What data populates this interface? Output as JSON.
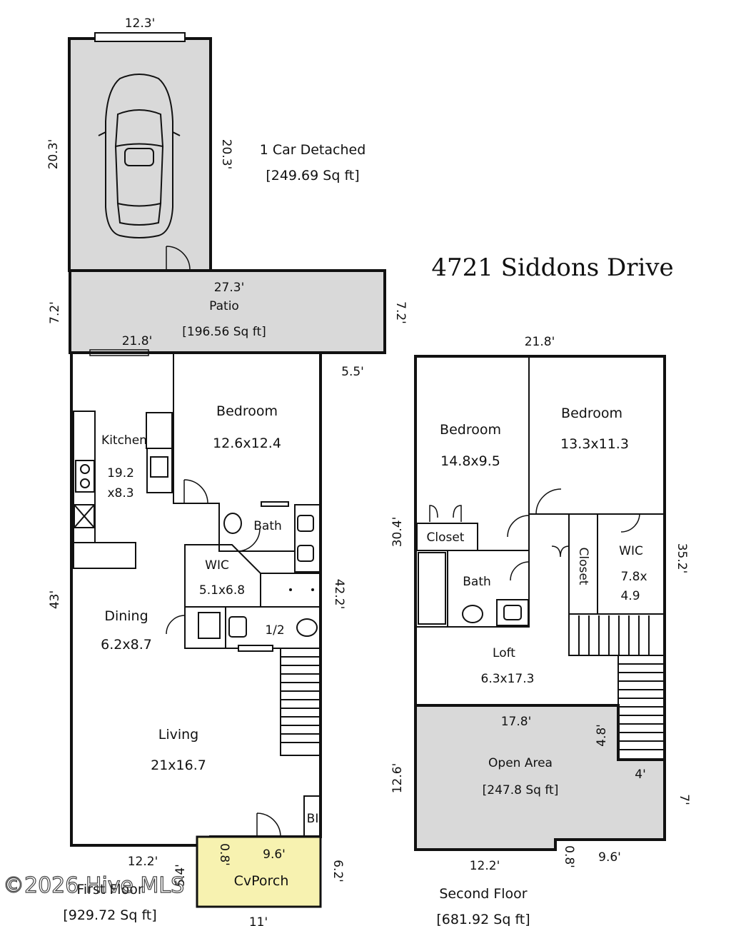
{
  "title": "4721 Siddons Drive",
  "watermark": "©2026 Hive MLS",
  "colors": {
    "grey_area": "#d9d9d9",
    "porch": "#f7f2b0",
    "wall": "#111111"
  },
  "garage": {
    "name": "1 Car Detached",
    "area": "[249.69 Sq ft]",
    "dim_top": "12.3'",
    "dim_left": "20.3'",
    "dim_right": "20.3'"
  },
  "patio": {
    "name": "Patio",
    "area": "[196.56 Sq ft]",
    "dim_top": "27.3'",
    "dim_left": "7.2'",
    "dim_right": "7.2'",
    "dim_bottom": "21.8'"
  },
  "first_floor": {
    "name": "First Floor",
    "area": "[929.72 Sq ft]",
    "rooms": {
      "bedroom": {
        "name": "Bedroom",
        "size": "12.6x12.4"
      },
      "kitchen": {
        "name": "Kitchen",
        "size1": "19.2",
        "size2": "x8.3"
      },
      "bath": {
        "name": "Bath"
      },
      "wic": {
        "name": "WIC",
        "size": "5.1x6.8"
      },
      "half_bath": {
        "name": "1/2"
      },
      "dining": {
        "name": "Dining",
        "size": "6.2x8.7"
      },
      "living": {
        "name": "Living",
        "size": "21x16.7"
      },
      "bi": {
        "name": "BI"
      },
      "porch": {
        "name": "CvPorch",
        "dim_top": "9.6'"
      }
    },
    "dims": {
      "right_top": "5.5'",
      "left": "43'",
      "right": "42.2'",
      "bottom": "12.2'",
      "porch_left": "0.8'",
      "porch_side": "5.4'",
      "porch_right": "6.2'",
      "porch_bottom": "11'"
    }
  },
  "second_floor": {
    "name": "Second Floor",
    "area": "[681.92 Sq ft]",
    "rooms": {
      "bedroom_left": {
        "name": "Bedroom",
        "size": "14.8x9.5"
      },
      "bedroom_right": {
        "name": "Bedroom",
        "size": "13.3x11.3"
      },
      "closet_left": {
        "name": "Closet"
      },
      "closet_right": {
        "name": "Closet"
      },
      "wic": {
        "name": "WIC",
        "size1": "7.8x",
        "size2": "4.9"
      },
      "bath": {
        "name": "Bath"
      },
      "loft": {
        "name": "Loft",
        "size": "6.3x17.3"
      },
      "open_area": {
        "name": "Open Area",
        "area": "[247.8 Sq ft]"
      }
    },
    "dims": {
      "top": "21.8'",
      "left": "30.4'",
      "right": "35.2'",
      "open_top": "17.8'",
      "open_left": "12.6'",
      "stair": "4.8'",
      "stair_w": "4'",
      "right_low": "7'",
      "bottom_left": "12.2'",
      "bottom_mid": "0.8'",
      "bottom_right": "9.6'"
    }
  }
}
